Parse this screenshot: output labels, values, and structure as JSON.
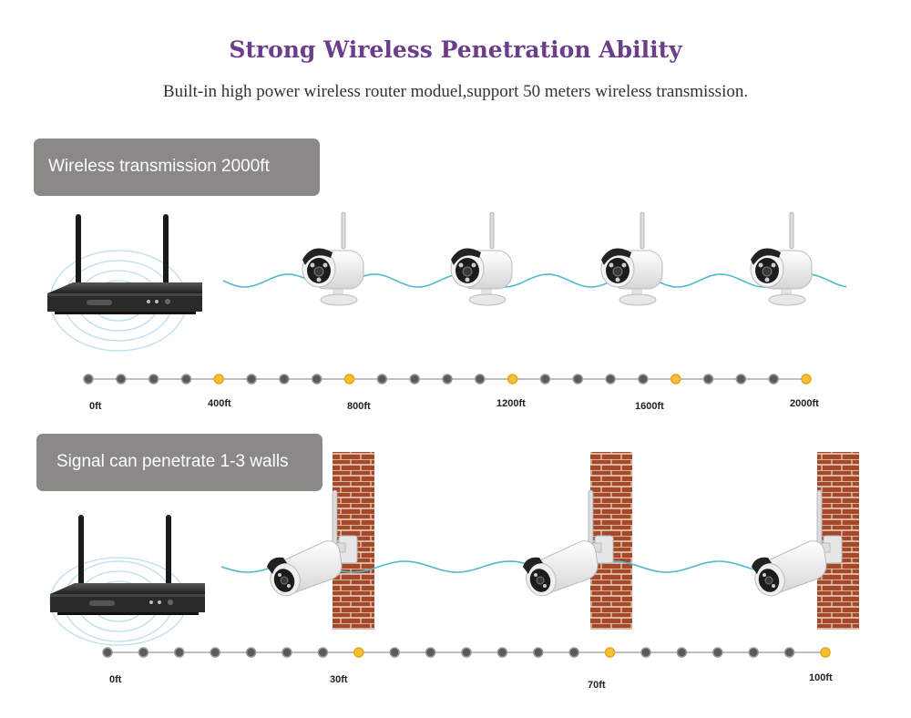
{
  "header": {
    "title": "Strong Wireless Penetration Ability",
    "subtitle": "Built-in high power wireless router moduel,support 50 meters wireless transmission."
  },
  "colors": {
    "title": "#6b3d8a",
    "label_box": "#8a8986",
    "signal_wave": "#4fb8cf",
    "dot_gray": "#5a5a5a",
    "dot_yellow": "#f2c232",
    "brick": "#a6492a"
  },
  "section1": {
    "label": "Wireless transmission 2000ft",
    "ticks": [
      "0ft",
      "400ft",
      "800ft",
      "1200ft",
      "1600ft",
      "2000ft"
    ]
  },
  "section2": {
    "label": "Signal can penetrate 1-3 walls",
    "ticks": [
      "0ft",
      "30ft",
      "70ft",
      "100ft"
    ]
  }
}
